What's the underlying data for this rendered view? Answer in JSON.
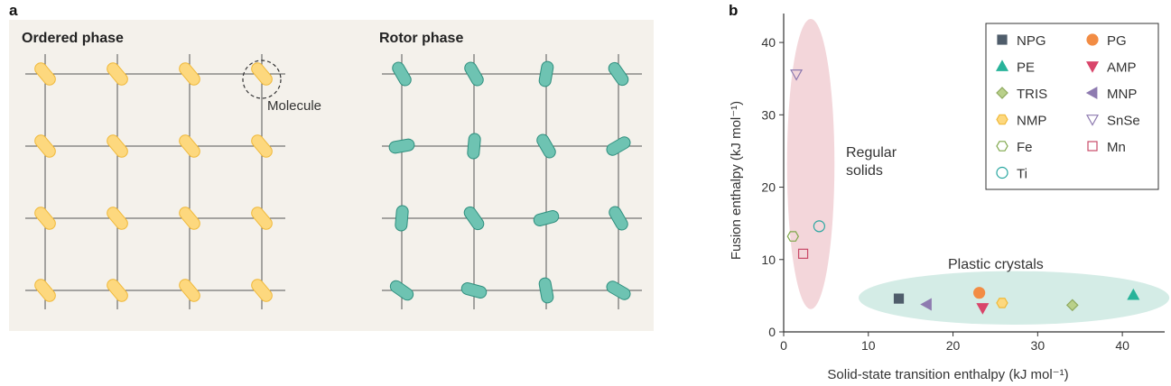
{
  "panel_a": {
    "label": "a",
    "ordered_title": "Ordered phase",
    "rotor_title": "Rotor phase",
    "molecule_label": "Molecule",
    "ordered_color": "#fdd87e",
    "ordered_stroke": "#f0b93a",
    "rotor_color": "#6ec3b2",
    "rotor_stroke": "#2f8f7e",
    "rotor_angles": [
      [
        60,
        60,
        100,
        55
      ],
      [
        170,
        95,
        60,
        150
      ],
      [
        95,
        55,
        165,
        60
      ],
      [
        35,
        15,
        80,
        30
      ]
    ]
  },
  "panel_b": {
    "label": "b",
    "annotations": {
      "regular": [
        "Regular",
        "solids"
      ],
      "plastic": "Plastic crystals"
    },
    "region_colors": {
      "regular": "#f3d6da",
      "plastic": "#d4ece6"
    }
  },
  "chart_data": {
    "type": "scatter",
    "xlabel": "Solid-state transition enthalpy (kJ mol⁻¹)",
    "ylabel": "Fusion enthalpy (kJ mol⁻¹)",
    "xlim": [
      0,
      45
    ],
    "ylim": [
      0,
      44
    ],
    "xticks": [
      0,
      10,
      20,
      30,
      40
    ],
    "yticks": [
      0,
      10,
      20,
      30,
      40
    ],
    "legend_position": "top-right",
    "series": [
      {
        "name": "NPG",
        "marker": "square",
        "fill": "#4f5d6b",
        "stroke": "#4f5d6b",
        "points": [
          [
            13.6,
            4.6
          ]
        ]
      },
      {
        "name": "PG",
        "marker": "circle",
        "fill": "#f28c44",
        "stroke": "#f28c44",
        "points": [
          [
            23.1,
            5.4
          ]
        ]
      },
      {
        "name": "PE",
        "marker": "triangle-up",
        "fill": "#28b39a",
        "stroke": "#28b39a",
        "points": [
          [
            41.3,
            5.1
          ]
        ]
      },
      {
        "name": "AMP",
        "marker": "triangle-down",
        "fill": "#d9456a",
        "stroke": "#d9456a",
        "points": [
          [
            23.5,
            3.3
          ]
        ]
      },
      {
        "name": "TRIS",
        "marker": "diamond",
        "fill": "#b9d08a",
        "stroke": "#8fa95f",
        "points": [
          [
            34.1,
            3.7
          ]
        ]
      },
      {
        "name": "MNP",
        "marker": "triangle-left",
        "fill": "#8e7bb0",
        "stroke": "#8e7bb0",
        "points": [
          [
            16.9,
            3.8
          ]
        ]
      },
      {
        "name": "NMP",
        "marker": "hexagon",
        "fill": "#fdd87e",
        "stroke": "#f0b93a",
        "points": [
          [
            25.8,
            4.0
          ]
        ]
      },
      {
        "name": "SnSe",
        "marker": "triangle-down-open",
        "fill": "none",
        "stroke": "#8e7bb0",
        "points": [
          [
            1.5,
            35.6
          ]
        ]
      },
      {
        "name": "Fe",
        "marker": "hexagon-open",
        "fill": "none",
        "stroke": "#7fa74a",
        "points": [
          [
            1.1,
            13.2
          ]
        ]
      },
      {
        "name": "Mn",
        "marker": "square-open",
        "fill": "none",
        "stroke": "#c94a68",
        "points": [
          [
            2.3,
            10.8
          ]
        ]
      },
      {
        "name": "Ti",
        "marker": "circle-open",
        "fill": "none",
        "stroke": "#28a6a0",
        "points": [
          [
            4.2,
            14.6
          ]
        ]
      }
    ],
    "legend_order": [
      "NPG",
      "PG",
      "PE",
      "AMP",
      "TRIS",
      "MNP",
      "NMP",
      "SnSe",
      "Fe",
      "Mn",
      "Ti"
    ]
  }
}
